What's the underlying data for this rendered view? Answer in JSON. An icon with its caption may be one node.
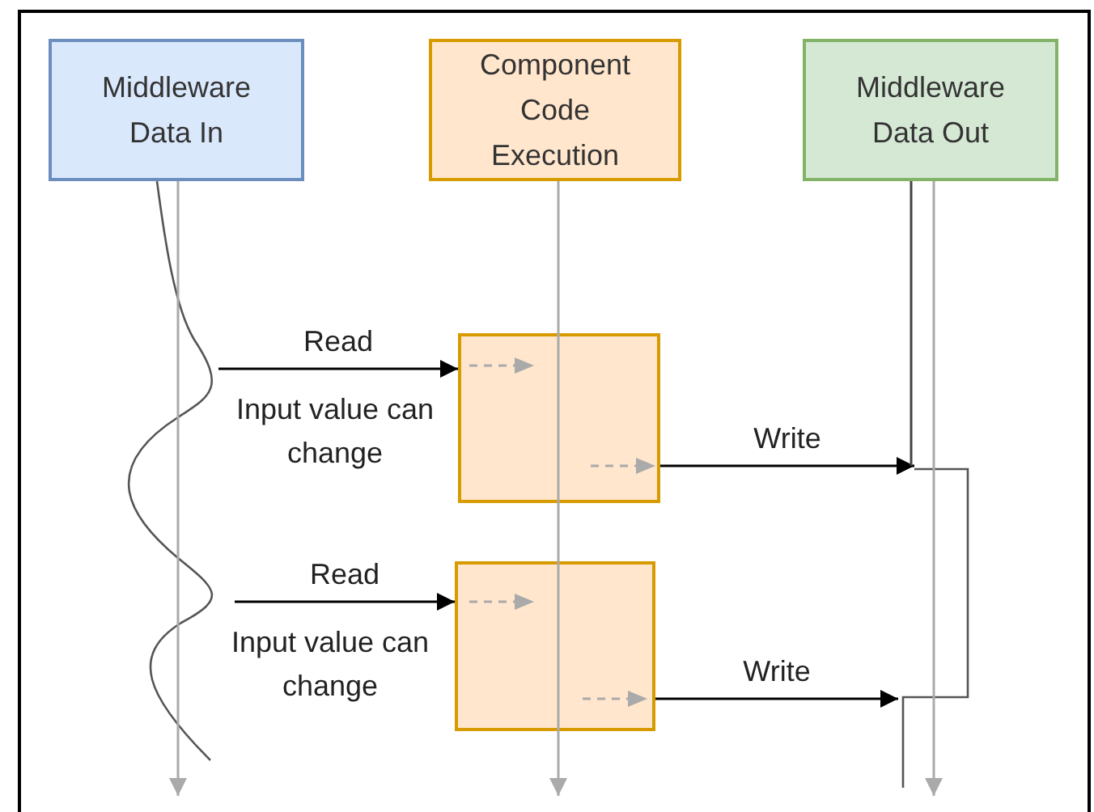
{
  "diagram": {
    "nodes": [
      {
        "text": [
          "Middleware Data In"
        ]
      },
      {
        "text": [
          "Component Code Execution"
        ]
      },
      {
        "text": [
          "Middleware Data Out"
        ]
      },
      {
        "text": [],
        "shape": "box"
      },
      {
        "text": [],
        "shape": "box"
      }
    ],
    "edges": [
      {
        "from": 0,
        "to": null,
        "arrow": "to",
        "color": "#aaaaaa"
      },
      {
        "from": 1,
        "to": null,
        "arrow": "to",
        "color": "#aaaaaa"
      },
      {
        "from": 2,
        "to": null,
        "arrow": "to",
        "color": "#aaaaaa"
      },
      {
        "from": null,
        "to": 3,
        "arrow": "to",
        "label": "Read"
      },
      {
        "from": 3,
        "to": null,
        "arrow": "to",
        "label": "Write"
      },
      {
        "from": null,
        "to": 4,
        "arrow": "to",
        "label": "Read"
      },
      {
        "from": 4,
        "to": null,
        "arrow": "to",
        "label": "Write"
      },
      {
        "from": 2,
        "to": null,
        "arrow": "none",
        "color": "#444444"
      }
    ],
    "labels": [
      "Input value can change",
      "Input value can change"
    ]
  }
}
